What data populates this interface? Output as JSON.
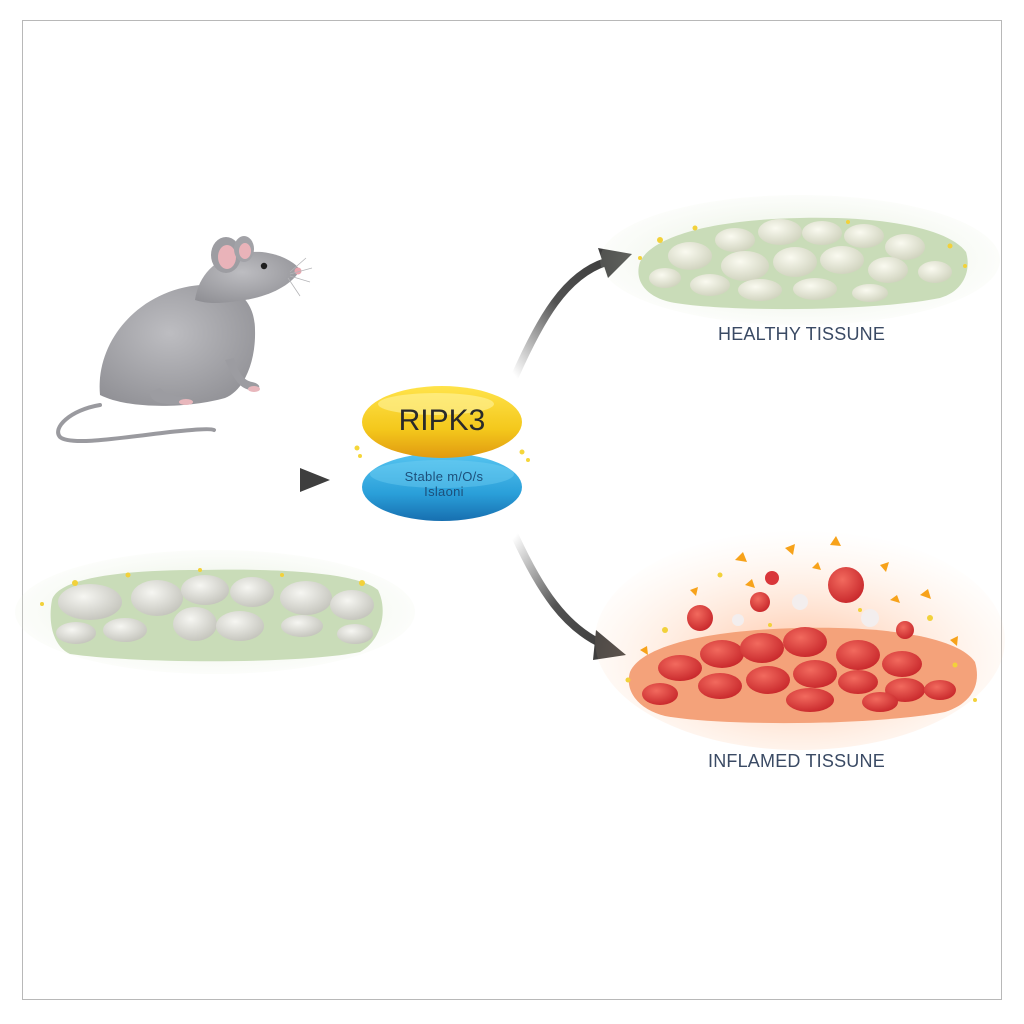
{
  "labels": {
    "healthy_tissue": "HEALTHY TISSUNE",
    "inflamed_tissue": "INFLAMED TISSUNE"
  },
  "molecule": {
    "top_label": "RIPK3",
    "bottom_line1": "Stable  m/O/s",
    "bottom_line2": "Islaoni"
  },
  "colors": {
    "mouse": "#a8a8ac",
    "mouse_ear": "#e9b3b9",
    "healthy_matrix": "#c9dcb8",
    "healthy_cell": "#eeeedc",
    "inflamed_matrix": "#f4a27a",
    "inflamed_cell": "#e2403a",
    "pill_yellow": "#f4c81c",
    "pill_blue": "#2a9fd9",
    "arrow": "#3e3e3e",
    "label_text": "#3a4a64"
  },
  "icons": [
    "mouse-icon",
    "healthy-tissue-icon",
    "inflamed-tissue-icon",
    "ripk3-molecule-icon",
    "arrow-icon"
  ]
}
